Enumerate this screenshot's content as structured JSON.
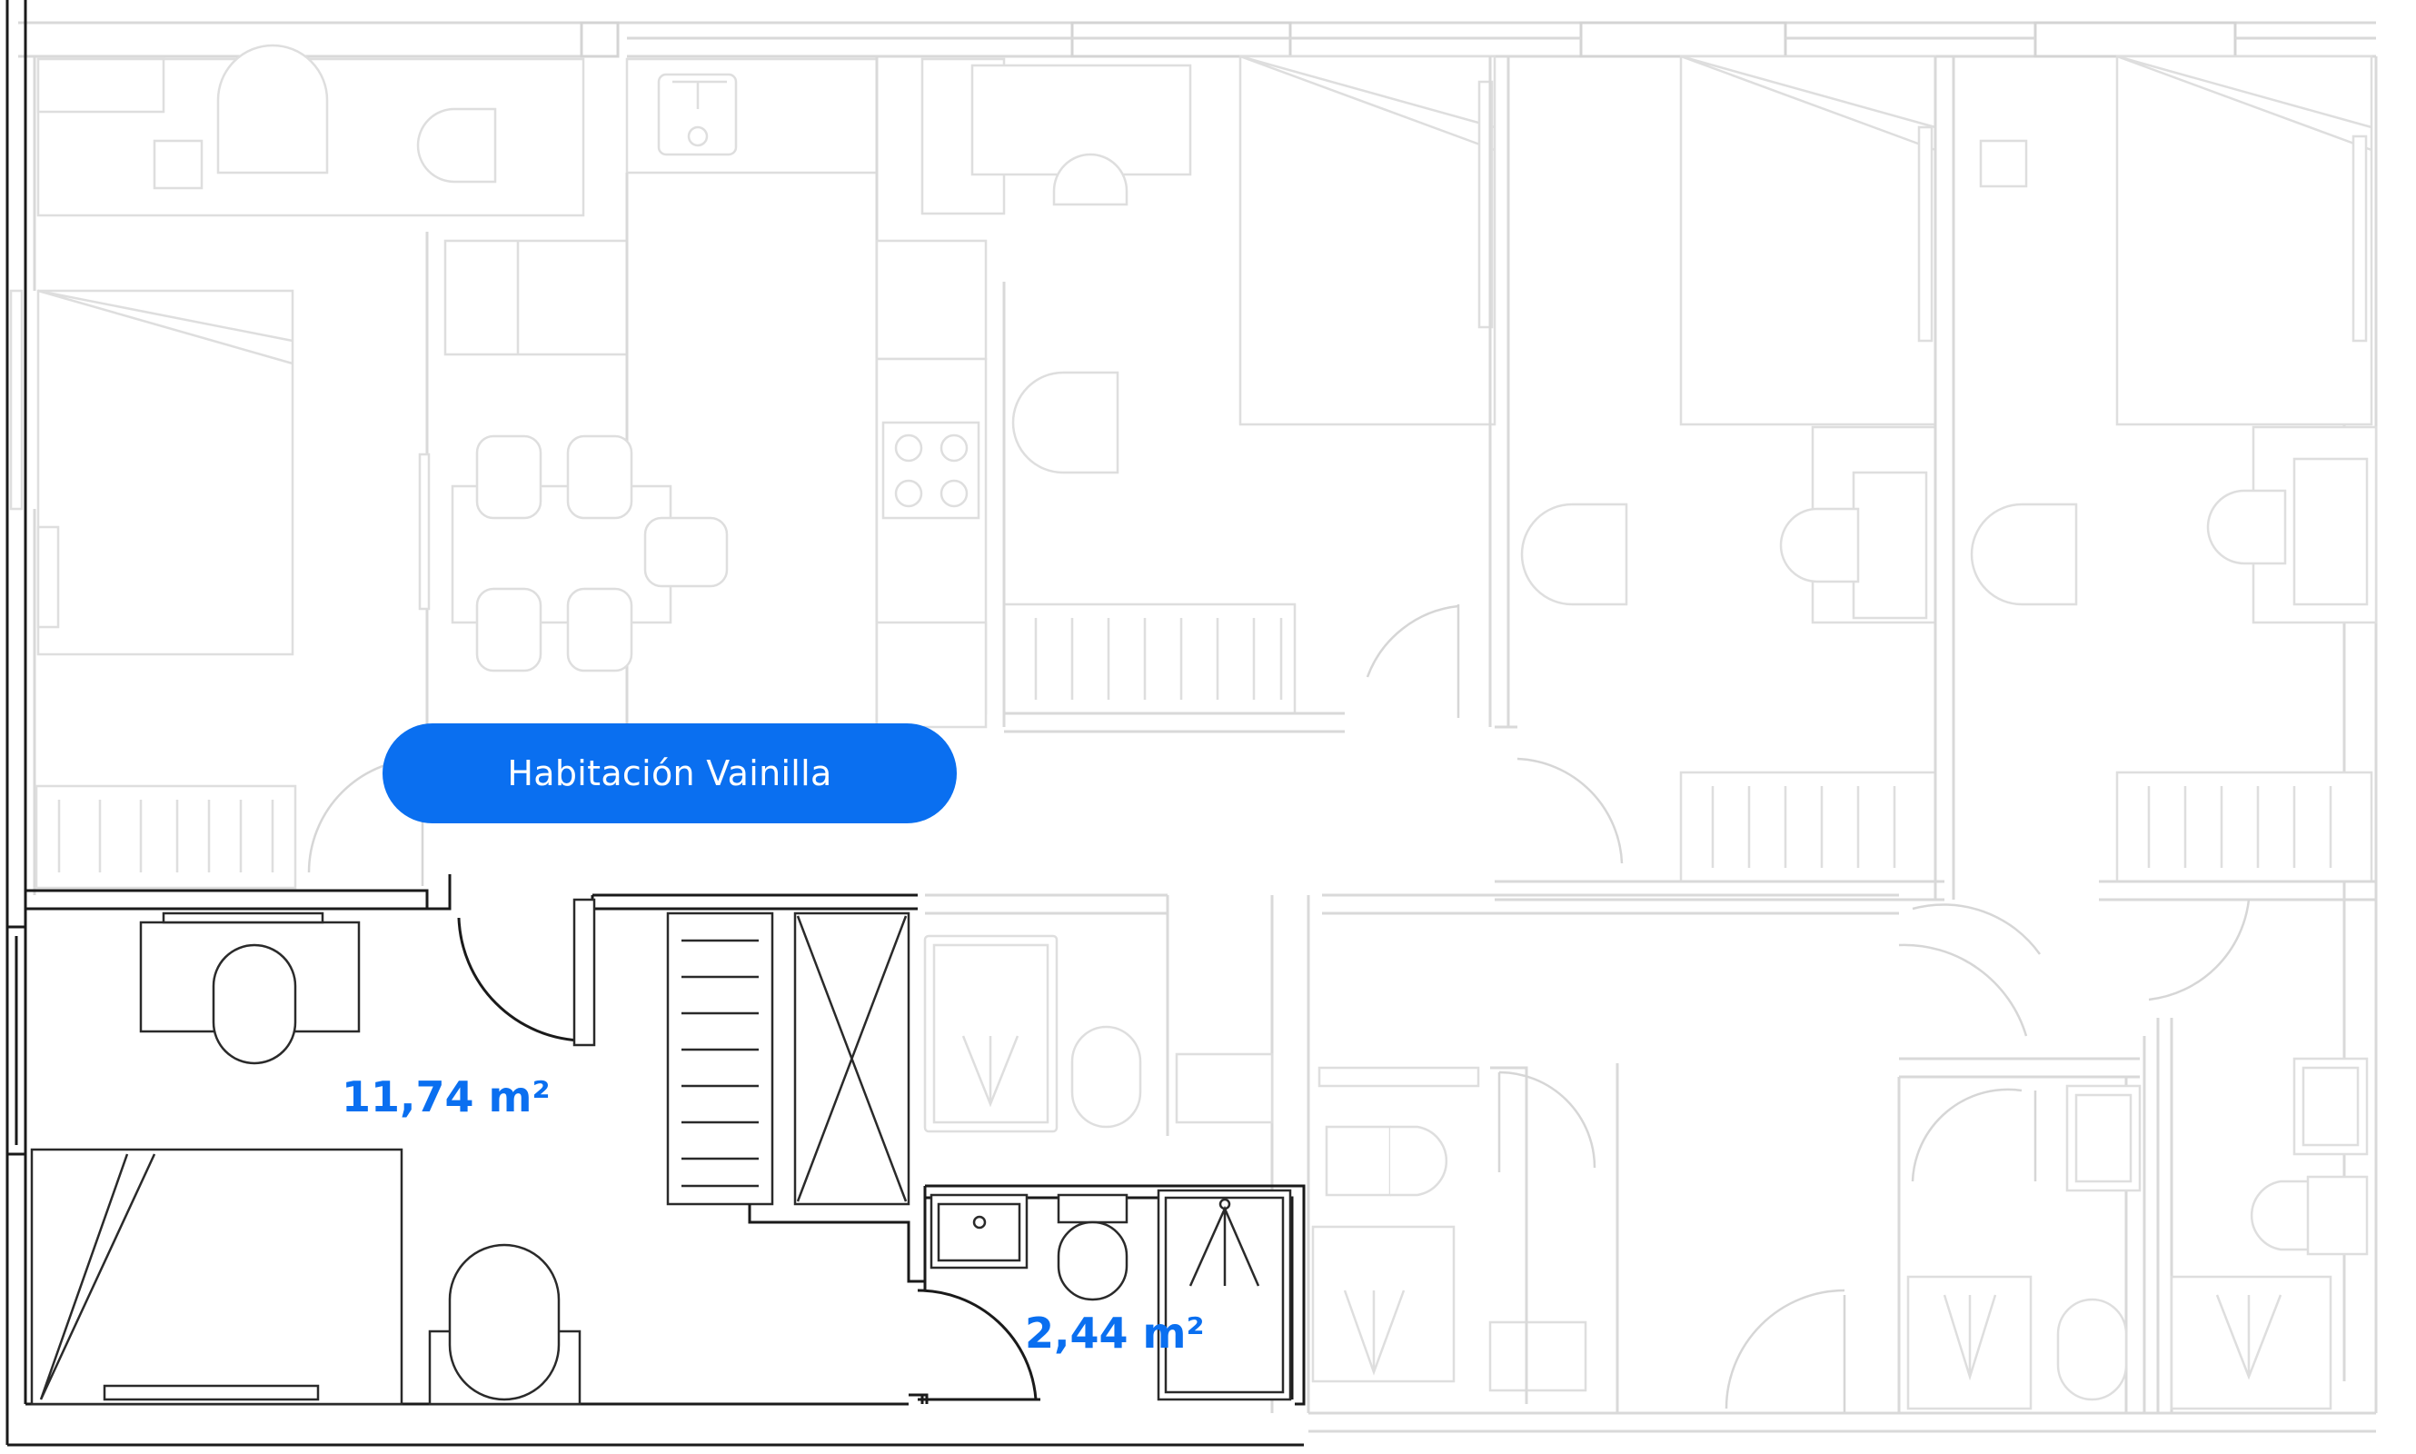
{
  "room_label": {
    "text": "Habitación Vainilla",
    "background": "#0a6ff0",
    "text_color": "#ffffff"
  },
  "areas": {
    "bedroom": "11,74 m²",
    "bathroom": "2,44 m²"
  },
  "colors": {
    "accent": "#0a6ff0",
    "highlighted_walls": "#1a1a1a",
    "faded_walls": "#d9d9d9"
  }
}
